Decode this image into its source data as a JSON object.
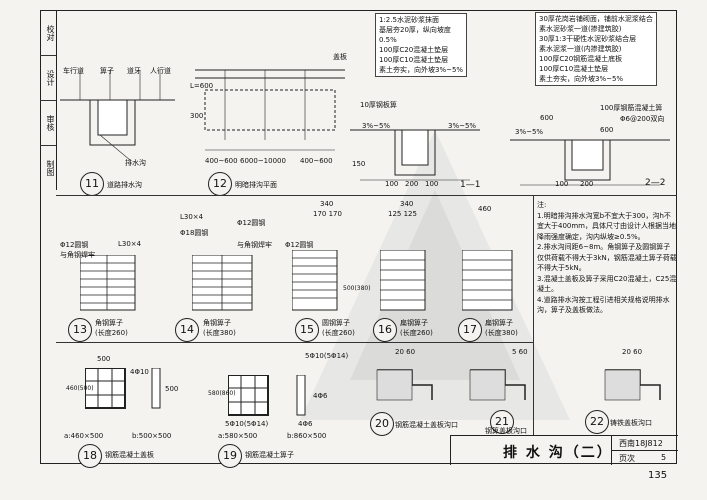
{
  "sidebar": [
    "校对",
    "设计",
    "审核",
    "制图"
  ],
  "details": {
    "d11": {
      "num": "11",
      "caption": "道路排水沟"
    },
    "d12": {
      "num": "12",
      "caption": "明暗排沟平面"
    },
    "d13": {
      "num": "13",
      "caption": "角钢箅子",
      "sub": "(长度260)"
    },
    "d14": {
      "num": "14",
      "caption": "角钢箅子",
      "sub": "(长度380)"
    },
    "d15": {
      "num": "15",
      "caption": "圆钢箅子",
      "sub": "(长度260)"
    },
    "d16": {
      "num": "16",
      "caption": "扁钢箅子",
      "sub": "(长度260)"
    },
    "d17": {
      "num": "17",
      "caption": "扁钢箅子",
      "sub": "(长度380)"
    },
    "d18": {
      "num": "18",
      "caption": "钢筋混凝土盖板",
      "variant_a": "a:460×500",
      "variant_b": "b:500×500"
    },
    "d19": {
      "num": "19",
      "caption": "钢筋混凝土箅子",
      "variant_a": "a:580×500",
      "variant_b": "b:860×500"
    },
    "d20": {
      "num": "20",
      "caption": "钢筋混凝土盖板沟口"
    },
    "d21": {
      "num": "21",
      "caption": "钢箅盖板沟口"
    },
    "d22": {
      "num": "22",
      "caption": "铸铁盖板沟口"
    },
    "s11": {
      "num": "1—1"
    },
    "s22": {
      "num": "2—2"
    }
  },
  "labels": {
    "d11_a": "车行道",
    "d11_b": "箅子",
    "d11_c": "道牙",
    "d11_d": "人行道",
    "d11_e": "排水沟",
    "d12_dim1": "L=600",
    "d12_dim2": "300",
    "d12_dim3": "400~600",
    "d12_dim4": "6000~10000",
    "d12_dim5": "400~600",
    "d12_dim6": "盖板",
    "s11_a": "10厚钢板箅",
    "s11_b": "3%~5%",
    "s11_c": "3%~5%",
    "s11_d": "100",
    "s11_e": "200",
    "s11_f": "100",
    "s11_g": "150",
    "s22_a": "100厚钢筋混凝土箅",
    "s22_b": "Φ6@200双向",
    "s22_c": "3%~5%",
    "s22_d": "600",
    "s22_e": "600",
    "s22_f": "100",
    "s22_g": "200",
    "d13_a": "L30×4",
    "d13_b": "Φ12圆钢",
    "d13_c": "与角钢焊牢",
    "d14_a": "L30×4",
    "d14_b": "Φ12圆钢",
    "d14_c": "Φ18圆钢",
    "d14_d": "与角钢焊牢",
    "d15_a": "340",
    "d15_b": "170 170",
    "d15_c": "Φ12圆钢",
    "d15_d": "500(380)",
    "d16_a": "340",
    "d16_b": "125 125",
    "d17_a": "460",
    "d18_a": "500",
    "d18_b": "4Φ10",
    "d18_c": "460(500)",
    "d18_d": "500",
    "d19_a": "5Φ10(5Φ14)",
    "d19_b": "4Φ6",
    "d19_c": "580(860)",
    "d19_d": "5Φ10(5Φ14)",
    "d19_e": "4Φ6",
    "d20_a": "20 60",
    "d21_a": "5 60",
    "d22_a": "20 60"
  },
  "strip1": [
    "1:2.5水泥砂浆抹面",
    "基层夯20厚，纵向坡度",
    "0.5%",
    "100厚C20混凝土垫层",
    "100厚C10混凝土垫层",
    "素土夯实，向外坡3%~5%"
  ],
  "strip2": [
    "30厚花岗岩铺砌面，铺前水泥浆结合",
    "素水泥砂浆一道(掺建筑胶)",
    "30厚1:3干硬性水泥砂浆结合层",
    "素水泥浆一道(内掺建筑胶)",
    "100厚C20钢筋混凝土底板",
    "100厚C10混凝土垫层",
    "素土夯实，向外坡3%~5%"
  ],
  "notes": {
    "heading": "注:",
    "lines": [
      "1.明暗排沟排水沟宽b不宜大于300，沟h不宜大于400mm，具体尺寸由设计人根据当地降雨强度确定，沟内纵坡≥0.5%。",
      "2.排水沟间距6~8m。角钢箅子及圆钢箅子仅供荷载不得大于3kN，钢筋混凝土箅子荷载不得大于5kN。",
      "3.混凝土盖板及箅子采用C20混凝土，C25混凝土。",
      "4.道路排水沟按工程引进相关规格说明排水沟，箅子及盖板做法。"
    ]
  },
  "title_block": {
    "title": "排 水 沟（二）",
    "atlas": "西南18J812",
    "page_label": "页次",
    "page_no": "5"
  },
  "page_number": "135"
}
